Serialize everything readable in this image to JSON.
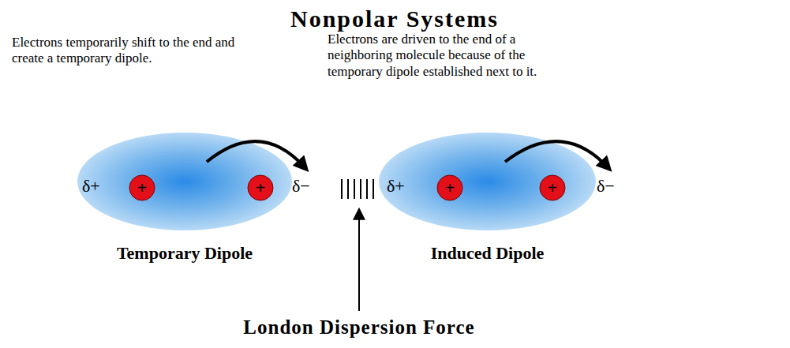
{
  "diagram": {
    "title": "Nonpolar Systems",
    "nodes": [
      {
        "text": [
          "Temporary Dipole",
          "δ+",
          "δ−"
        ]
      },
      {
        "text": [
          "+"
        ],
        "in": 0
      },
      {
        "text": [
          "+"
        ],
        "in": 0
      },
      {
        "text": [
          "Induced Dipole",
          "δ+",
          "δ−"
        ]
      },
      {
        "text": [
          "+"
        ],
        "in": 3
      },
      {
        "text": [
          "+"
        ],
        "in": 3
      }
    ],
    "labels": [
      "Electrons temporarily shift to the end and create a temporary dipole.",
      "Electrons are driven to the end of a neighboring molecule because of the temporary dipole established next to it.",
      "London Dispersion Force"
    ]
  }
}
